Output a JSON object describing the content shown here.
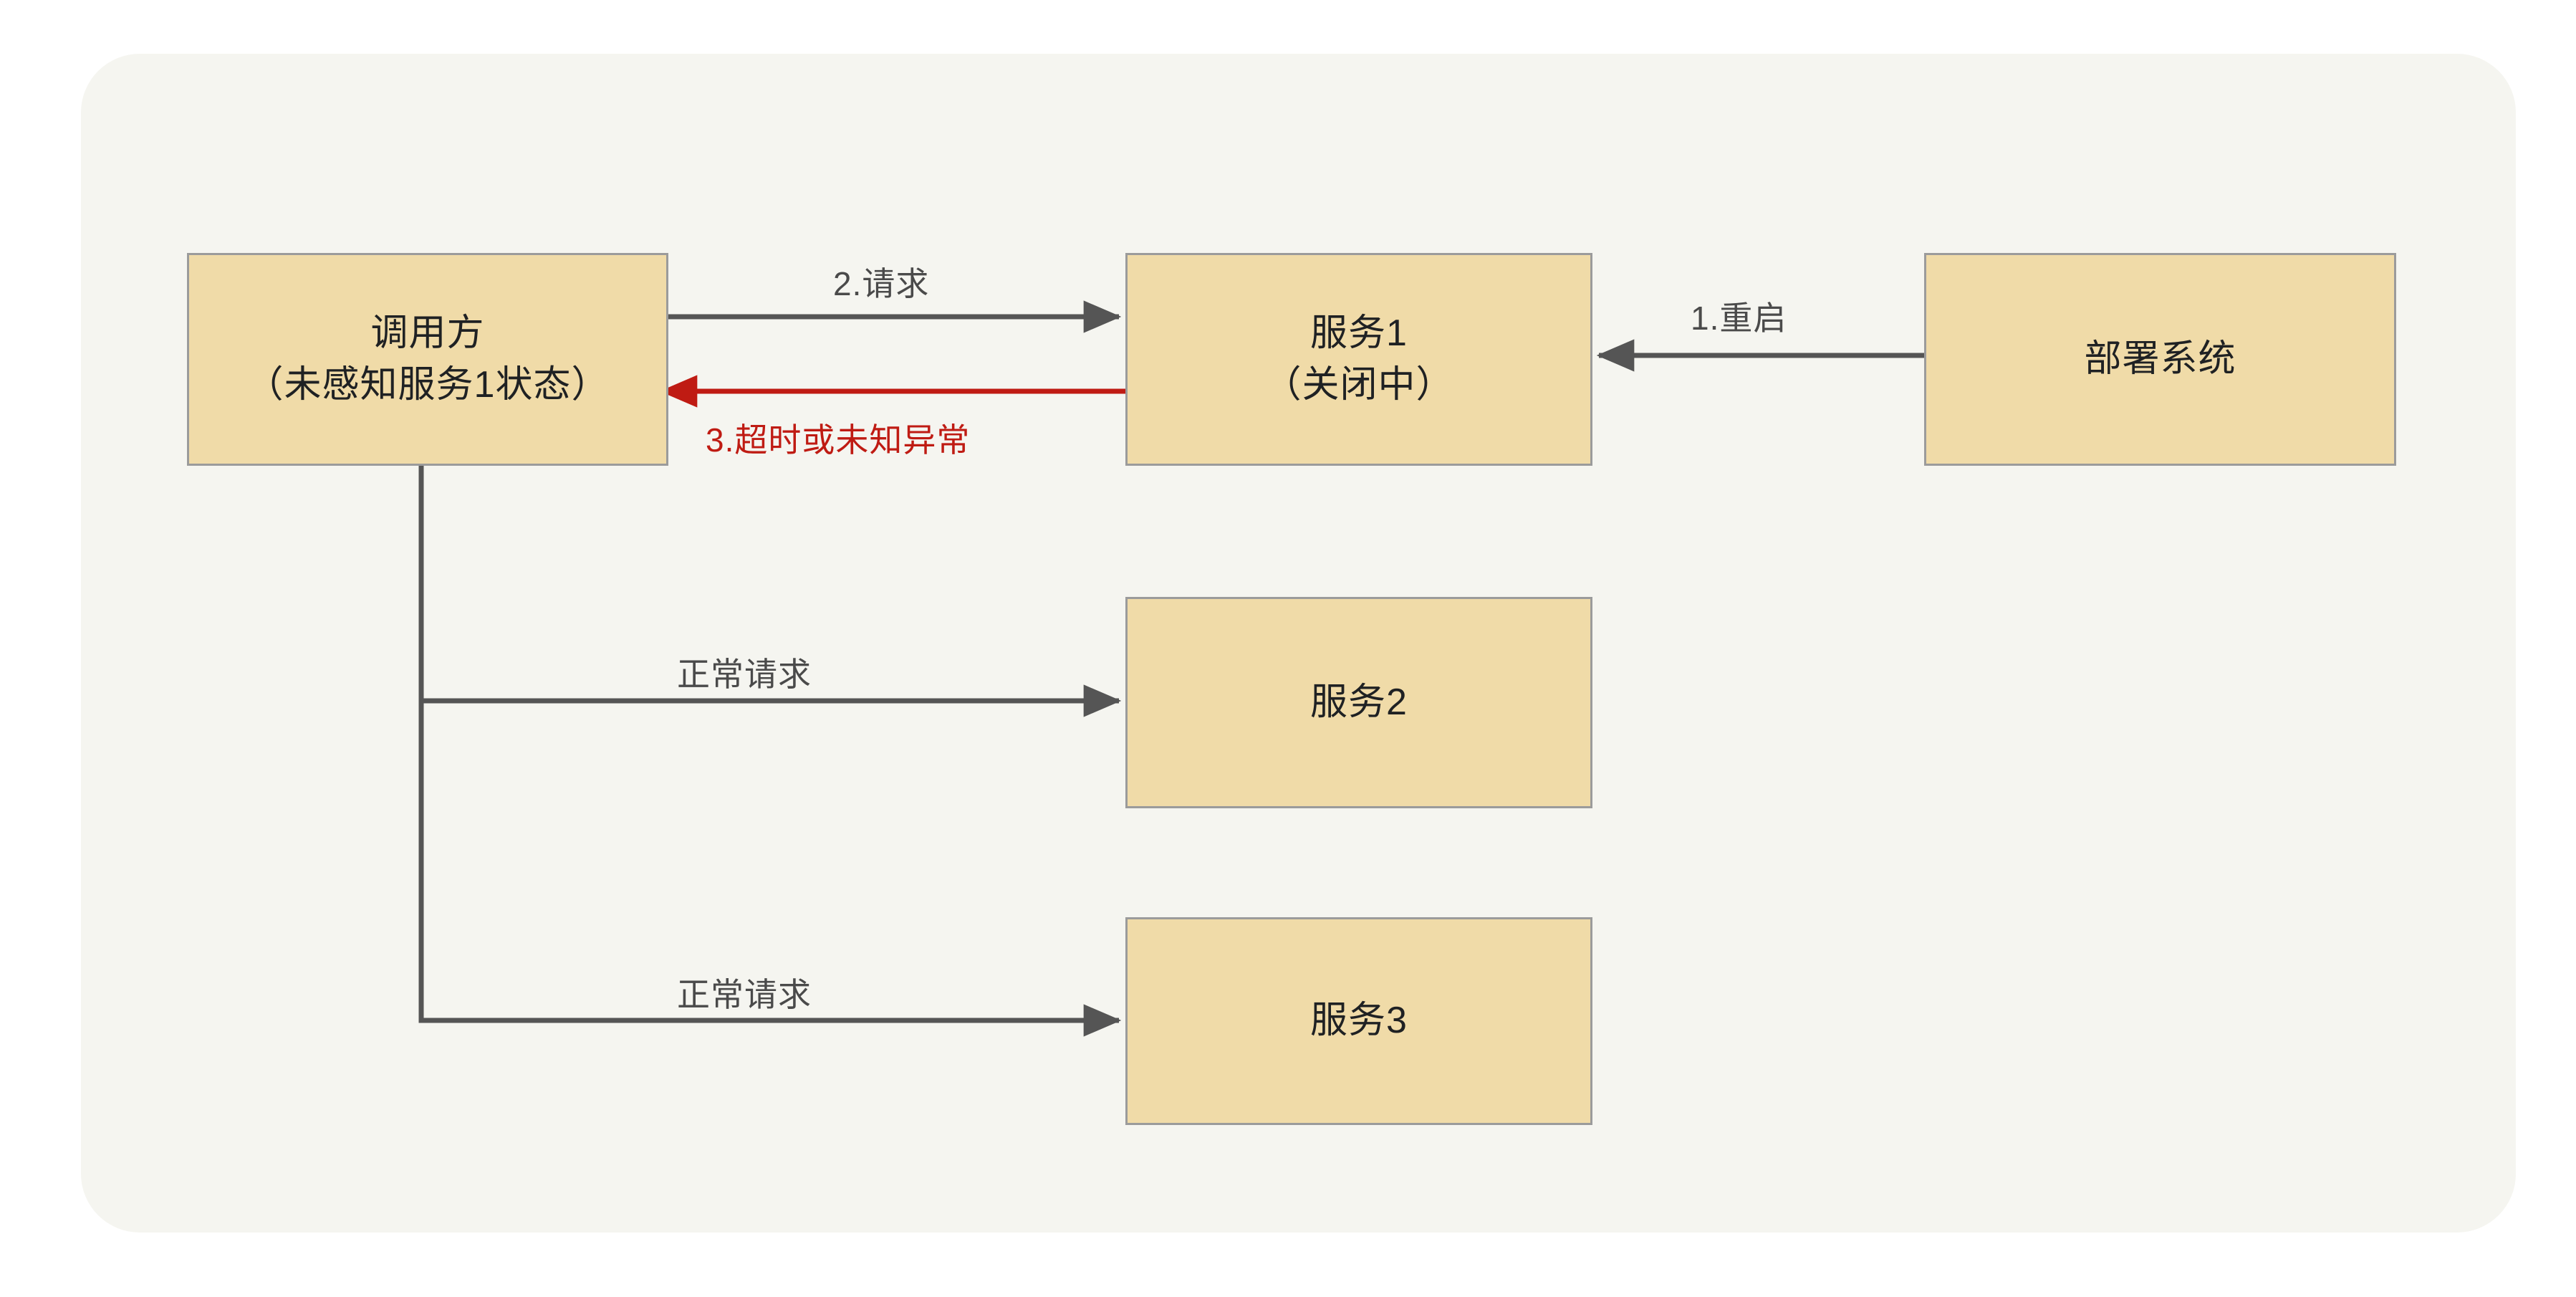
{
  "diagram": {
    "type": "flow-diagram",
    "panel": {
      "background_color": "#f5f5f0",
      "page_background_color": "#ffffff"
    },
    "theme": {
      "node_fill": "#f0dba8",
      "node_border": "#9b9b9b",
      "node_text": "#1f2123",
      "edge_color": "#555555",
      "edge_label_color": "#4a4a4a",
      "danger_color": "#bf1b13"
    },
    "nodes": [
      {
        "id": "caller",
        "title": "调用方",
        "subtitle": "（未感知服务1状态）"
      },
      {
        "id": "service1",
        "title": "服务1",
        "subtitle": "（关闭中）"
      },
      {
        "id": "deploy",
        "title": "部署系统",
        "subtitle": ""
      },
      {
        "id": "service2",
        "title": "服务2",
        "subtitle": ""
      },
      {
        "id": "service3",
        "title": "服务3",
        "subtitle": ""
      }
    ],
    "edges": [
      {
        "id": "restart",
        "label": "1.重启",
        "from": "deploy",
        "to": "service1",
        "color": "#555555",
        "direction": "right-to-left"
      },
      {
        "id": "request",
        "label": "2.请求",
        "from": "caller",
        "to": "service1",
        "color": "#555555",
        "direction": "left-to-right"
      },
      {
        "id": "timeout",
        "label": "3.超时或未知异常",
        "from": "service1",
        "to": "caller",
        "color": "#bf1b13",
        "direction": "right-to-left"
      },
      {
        "id": "normal2",
        "label": "正常请求",
        "from": "caller",
        "to": "service2",
        "color": "#555555",
        "direction": "left-to-right"
      },
      {
        "id": "normal3",
        "label": "正常请求",
        "from": "caller",
        "to": "service3",
        "color": "#555555",
        "direction": "left-to-right"
      }
    ]
  }
}
